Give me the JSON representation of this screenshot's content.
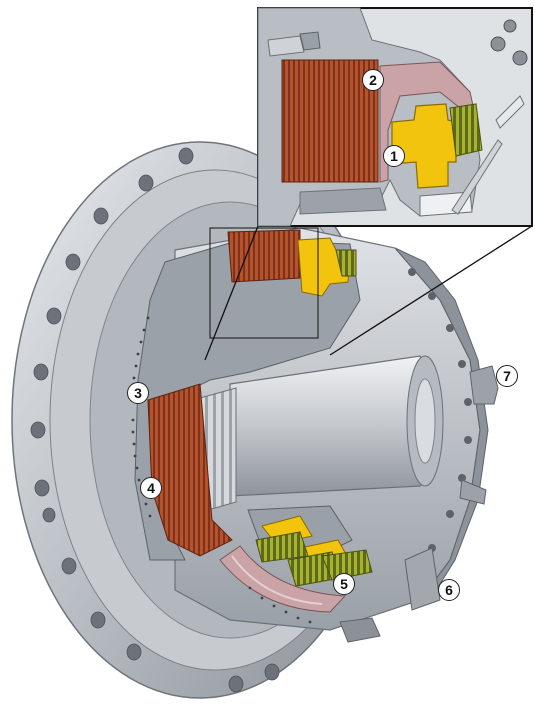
{
  "callouts": {
    "c1": "1",
    "c2": "2",
    "c3": "3",
    "c4": "4",
    "c5": "5",
    "c6": "6",
    "c7": "7"
  },
  "colors": {
    "steel_light": "#cfd3d8",
    "steel_mid": "#a9aeb5",
    "steel_dark": "#7e848c",
    "friction_pack": "#b5532e",
    "piston_yellow": "#f2c40d",
    "spring_green": "#8e9a2a",
    "seal_pink": "#c9a3a6",
    "inset_border": "#111111"
  }
}
